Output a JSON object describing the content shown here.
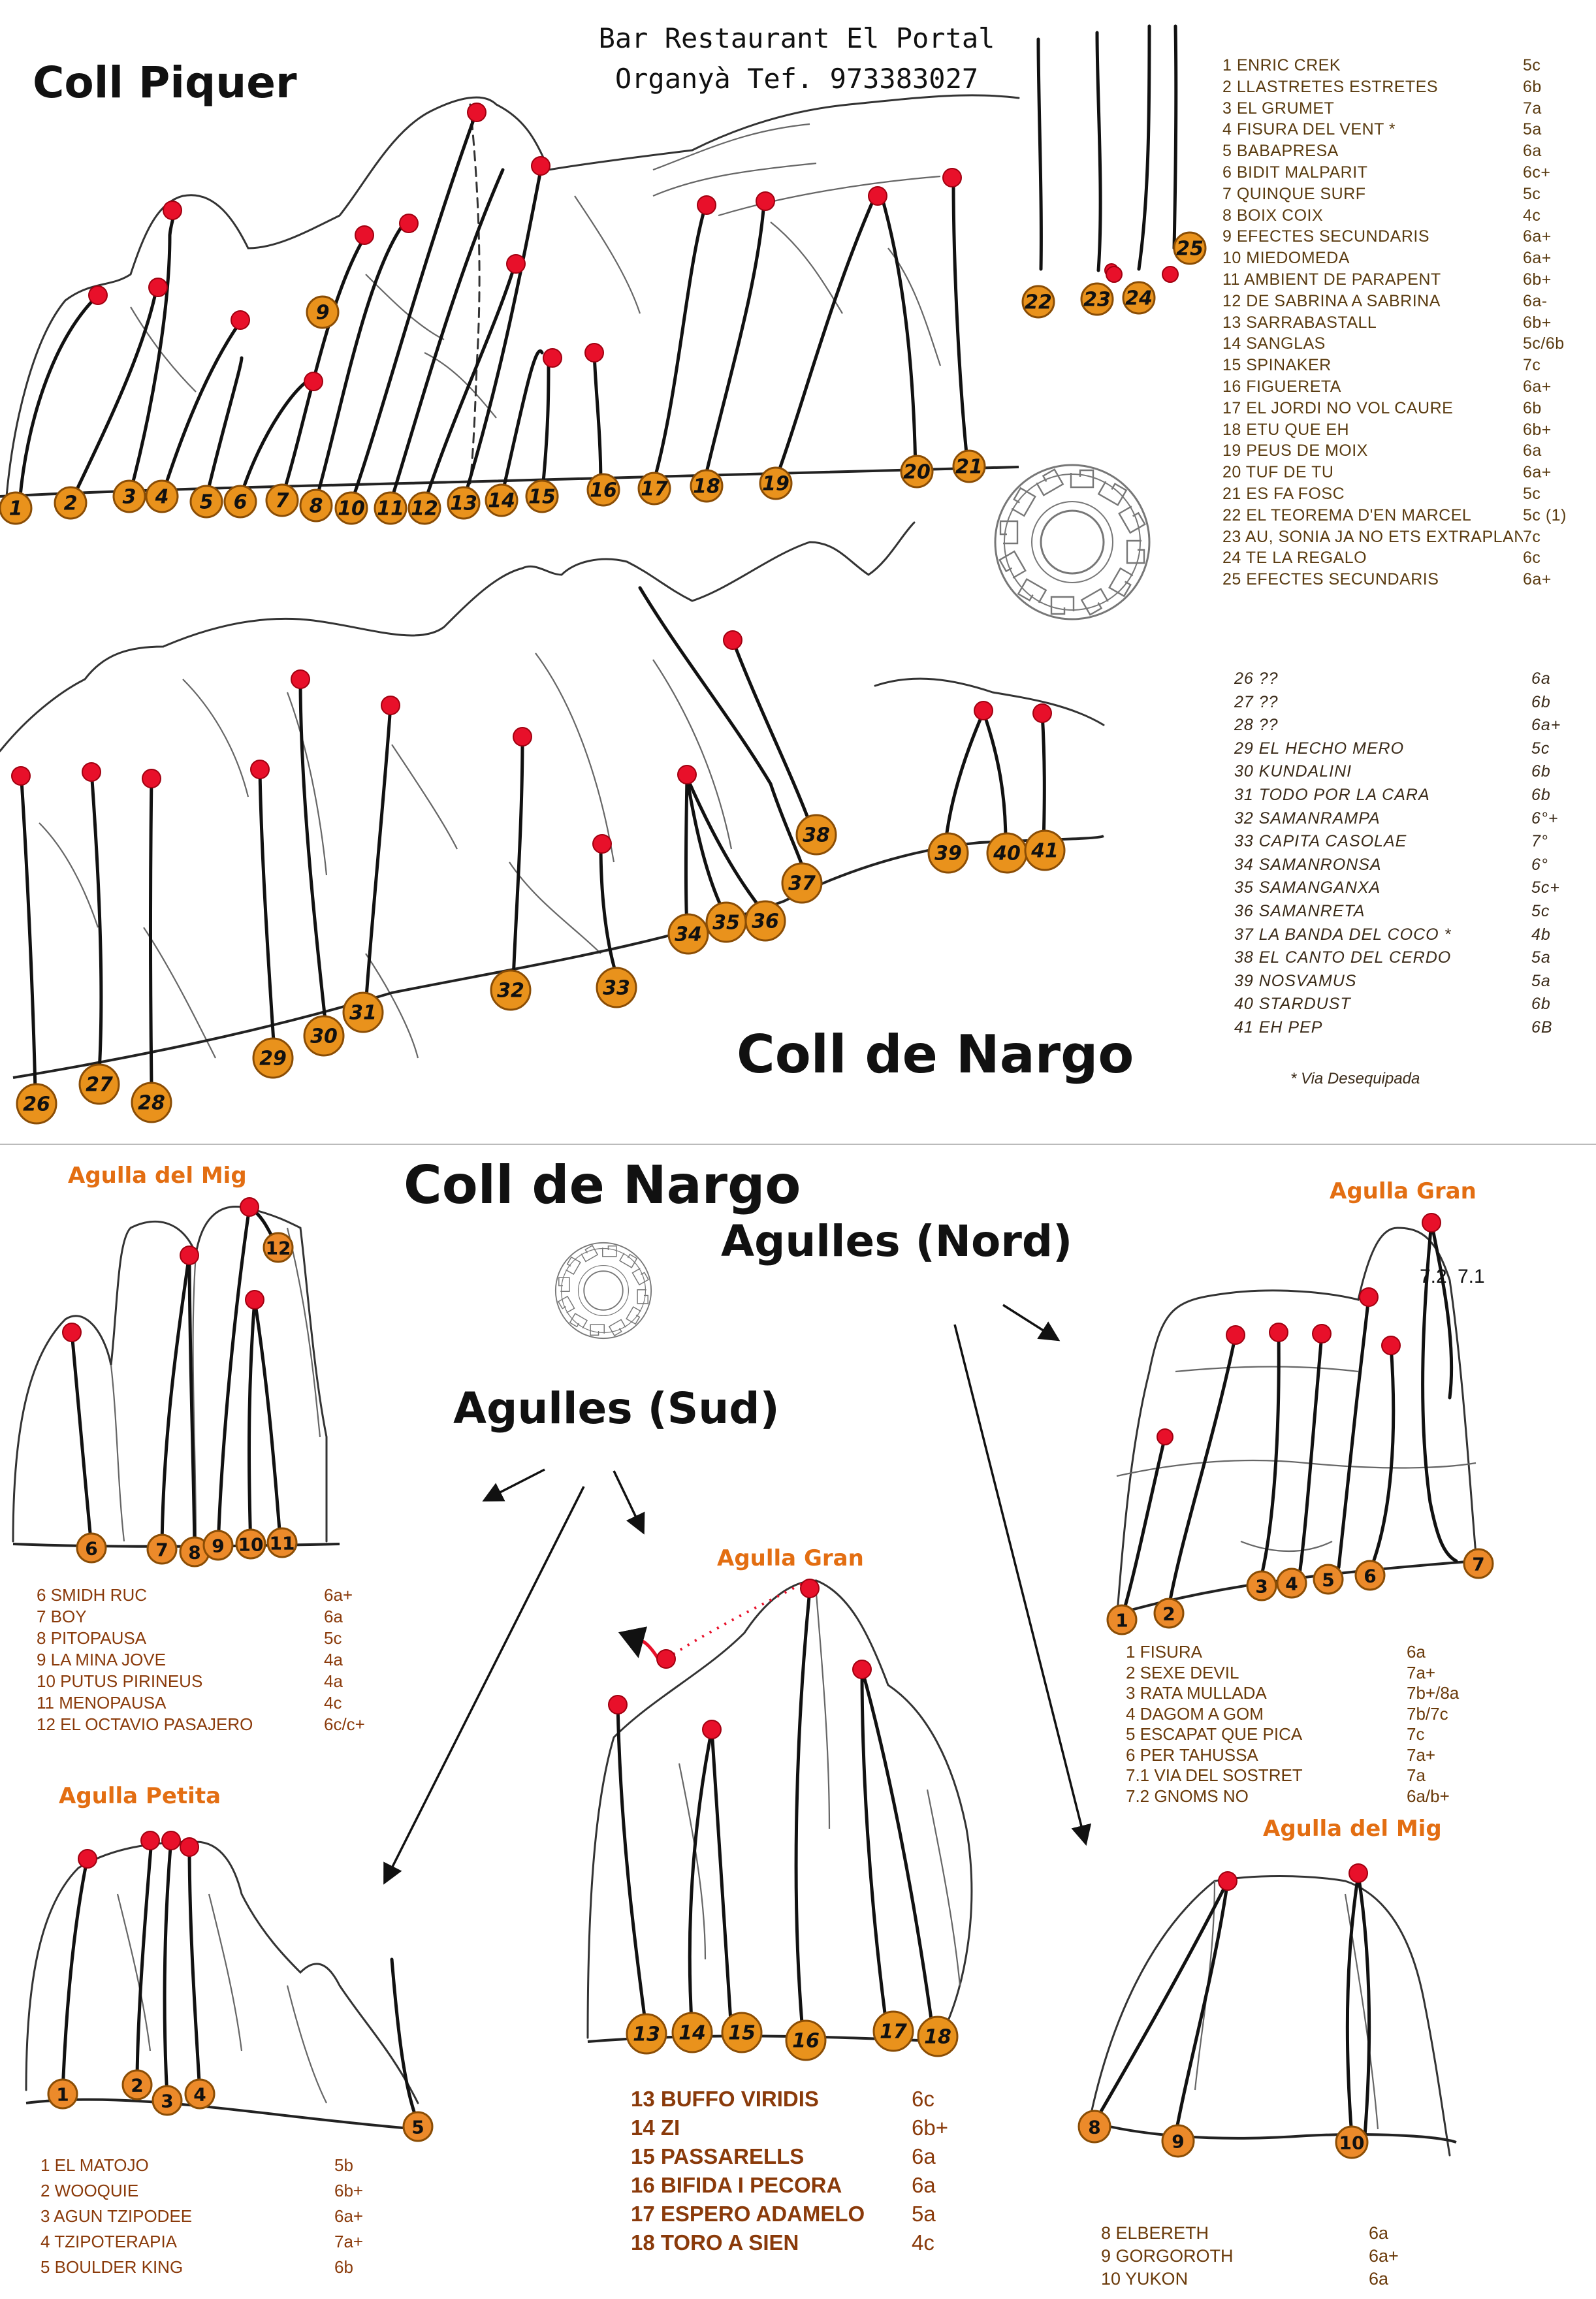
{
  "header": {
    "line1": "Bar Restaurant El Portal",
    "line2": "Organyà  Tef. 973383027"
  },
  "titles": {
    "coll_piquer": "Coll Piquer",
    "coll_de_nargo_main": "Coll de Nargo",
    "coll_de_nargo_agulles": "Coll de Nargo",
    "agulles_nord": "Agulles (Nord)",
    "agulles_sud": "Agulles (Sud)"
  },
  "sectors": {
    "agulla_del_mig_sud": "Agulla del Mig",
    "agulla_petita": "Agulla Petita",
    "agulla_gran_sud": "Agulla Gran",
    "agulla_gran_nord": "Agulla Gran",
    "agulla_del_mig_nord": "Agulla del Mig"
  },
  "coll_piquer_routes": [
    {
      "n": "1",
      "name": "ENRIC CREK",
      "grade": "5c"
    },
    {
      "n": "2",
      "name": "LLASTRETES ESTRETES",
      "grade": "6b"
    },
    {
      "n": "3",
      "name": "EL GRUMET",
      "grade": "7a"
    },
    {
      "n": "4",
      "name": "FISURA DEL VENT *",
      "grade": "5a"
    },
    {
      "n": "5",
      "name": "BABAPRESA",
      "grade": "6a"
    },
    {
      "n": "6",
      "name": "BIDIT MALPARIT",
      "grade": "6c+"
    },
    {
      "n": "7",
      "name": "QUINQUE SURF",
      "grade": "5c"
    },
    {
      "n": "8",
      "name": "BOIX COIX",
      "grade": "4c"
    },
    {
      "n": "9",
      "name": "EFECTES SECUNDARIS",
      "grade": "6a+"
    },
    {
      "n": "10",
      "name": "MIEDOMEDA",
      "grade": "6a+"
    },
    {
      "n": "11",
      "name": "AMBIENT DE PARAPENT",
      "grade": "6b+"
    },
    {
      "n": "12",
      "name": "DE SABRINA A SABRINA",
      "grade": "6a-"
    },
    {
      "n": "13",
      "name": "SARRABASTALL",
      "grade": "6b+"
    },
    {
      "n": "14",
      "name": "SANGLAS",
      "grade": "5c/6b"
    },
    {
      "n": "15",
      "name": "SPINAKER",
      "grade": "7c"
    },
    {
      "n": "16",
      "name": "FIGUERETA",
      "grade": "6a+"
    },
    {
      "n": "17",
      "name": "EL JORDI NO VOL CAURE",
      "grade": "6b"
    },
    {
      "n": "18",
      "name": "ETU QUE EH",
      "grade": "6b+"
    },
    {
      "n": "19",
      "name": "PEUS DE MOIX",
      "grade": "6a"
    },
    {
      "n": "20",
      "name": "TUF DE TU",
      "grade": "6a+"
    },
    {
      "n": "21",
      "name": "ES FA FOSC",
      "grade": "5c"
    },
    {
      "n": "22",
      "name": "EL TEOREMA D'EN MARCEL",
      "grade": "5c (1)"
    },
    {
      "n": "23",
      "name": "AU, SONIA JA NO ETS EXTRAPLANA",
      "grade": "7c"
    },
    {
      "n": "24",
      "name": "TE LA REGALO",
      "grade": "6c"
    },
    {
      "n": "25",
      "name": "EFECTES SECUNDARIS",
      "grade": "6a+"
    }
  ],
  "coll_nargo_routes": [
    {
      "n": "26",
      "name": "??",
      "grade": "6a"
    },
    {
      "n": "27",
      "name": "??",
      "grade": "6b"
    },
    {
      "n": "28",
      "name": "??",
      "grade": "6a+"
    },
    {
      "n": "29",
      "name": "EL HECHO MERO",
      "grade": "5c"
    },
    {
      "n": "30",
      "name": "KUNDALINI",
      "grade": "6b"
    },
    {
      "n": "31",
      "name": "TODO POR LA CARA",
      "grade": "6b"
    },
    {
      "n": "32",
      "name": "SAMANRAMPA",
      "grade": "6°+"
    },
    {
      "n": "33",
      "name": "CAPITA CASOLAE",
      "grade": "7°"
    },
    {
      "n": "34",
      "name": "SAMANRONSA",
      "grade": "6°"
    },
    {
      "n": "35",
      "name": "SAMANGANXA",
      "grade": "5c+"
    },
    {
      "n": "36",
      "name": "SAMANRETA",
      "grade": "5c"
    },
    {
      "n": "37",
      "name": "LA BANDA DEL COCO *",
      "grade": "4b"
    },
    {
      "n": "38",
      "name": "EL CANTO DEL CERDO",
      "grade": "5a"
    },
    {
      "n": "39",
      "name": "NOSVAMUS",
      "grade": "5a"
    },
    {
      "n": "40",
      "name": "STARDUST",
      "grade": "6b"
    },
    {
      "n": "41",
      "name": "EH PEP",
      "grade": "6B"
    }
  ],
  "coll_nargo_note": "* Via Desequipada",
  "agulla_mig_sud_routes": [
    {
      "n": "6",
      "name": "SMIDH RUC",
      "grade": "6a+"
    },
    {
      "n": "7",
      "name": "BOY",
      "grade": "6a"
    },
    {
      "n": "8",
      "name": "PITOPAUSA",
      "grade": "5c"
    },
    {
      "n": "9",
      "name": "LA MINA JOVE",
      "grade": "4a"
    },
    {
      "n": "10",
      "name": "PUTUS PIRINEUS",
      "grade": "4a"
    },
    {
      "n": "11",
      "name": "MENOPAUSA",
      "grade": "4c"
    },
    {
      "n": "12",
      "name": "EL OCTAVIO PASAJERO",
      "grade": "6c/c+"
    }
  ],
  "agulla_petita_routes": [
    {
      "n": "1",
      "name": "EL MATOJO",
      "grade": "5b"
    },
    {
      "n": "2",
      "name": "WOOQUIE",
      "grade": "6b+"
    },
    {
      "n": "3",
      "name": "AGUN TZIPODEE",
      "grade": "6a+"
    },
    {
      "n": "4",
      "name": "TZIPOTERAPIA",
      "grade": "7a+"
    },
    {
      "n": "5",
      "name": "BOULDER KING",
      "grade": "6b"
    }
  ],
  "agulla_gran_sud_routes": [
    {
      "n": "13",
      "name": "BUFFO VIRIDIS",
      "grade": "6c"
    },
    {
      "n": "14",
      "name": "ZI",
      "grade": "6b+"
    },
    {
      "n": "15",
      "name": "PASSARELLS",
      "grade": "6a"
    },
    {
      "n": "16",
      "name": "BIFIDA I PECORA",
      "grade": "6a"
    },
    {
      "n": "17",
      "name": "ESPERO ADAMELO",
      "grade": "5a"
    },
    {
      "n": "18",
      "name": "TORO A SIEN",
      "grade": "4c"
    }
  ],
  "agulla_gran_nord_routes": [
    {
      "n": "1",
      "name": "FISURA",
      "grade": "6a"
    },
    {
      "n": "2",
      "name": "SEXE DEVIL",
      "grade": "7a+"
    },
    {
      "n": "3",
      "name": "RATA MULLADA",
      "grade": "7b+/8a"
    },
    {
      "n": "4",
      "name": "DAGOM A GOM",
      "grade": "7b/7c"
    },
    {
      "n": "5",
      "name": "ESCAPAT QUE PICA",
      "grade": "7c"
    },
    {
      "n": "6",
      "name": "PER TAHUSSA",
      "grade": "7a+"
    },
    {
      "n": "7.1",
      "name": "VIA DEL SOSTRET",
      "grade": "7a"
    },
    {
      "n": "7.2",
      "name": "GNOMS NO",
      "grade": "6a/b+"
    }
  ],
  "agulla_gran_nord_labels": {
    "l71": "7.1",
    "l72": "7.2"
  },
  "agulla_mig_nord_routes": [
    {
      "n": "8",
      "name": "ELBERETH",
      "grade": "6a"
    },
    {
      "n": "9",
      "name": "GORGOROTH",
      "grade": "6a+"
    },
    {
      "n": "10",
      "name": "YUKON",
      "grade": "6a"
    }
  ],
  "badges": {
    "piquer": [
      "1",
      "2",
      "3",
      "4",
      "5",
      "6",
      "7",
      "8",
      "10",
      "11",
      "12",
      "13",
      "14",
      "15",
      "16",
      "17",
      "18",
      "19",
      "20",
      "21",
      "9",
      "22",
      "23",
      "24",
      "25"
    ],
    "nargo": [
      "26",
      "27",
      "28",
      "29",
      "30",
      "31",
      "32",
      "33",
      "34",
      "35",
      "36",
      "37",
      "38",
      "39",
      "40",
      "41"
    ],
    "mig_sud": [
      "6",
      "7",
      "8",
      "9",
      "10",
      "11",
      "12"
    ],
    "petita": [
      "1",
      "2",
      "3",
      "4",
      "5"
    ],
    "gran_sud": [
      "13",
      "14",
      "15",
      "16",
      "17",
      "18"
    ],
    "gran_nord": [
      "1",
      "2",
      "3",
      "4",
      "5",
      "6",
      "7"
    ],
    "mig_nord": [
      "8",
      "9",
      "10"
    ]
  },
  "colors": {
    "anchor": "#e8102a",
    "badge": "#e9921c",
    "sector_title": "#e36e12"
  },
  "icons": [
    "greek-key-emblem-icon",
    "red-anchor-icon",
    "route-number-badge-icon",
    "arrow-icon",
    "curl-arrow-icon"
  ]
}
